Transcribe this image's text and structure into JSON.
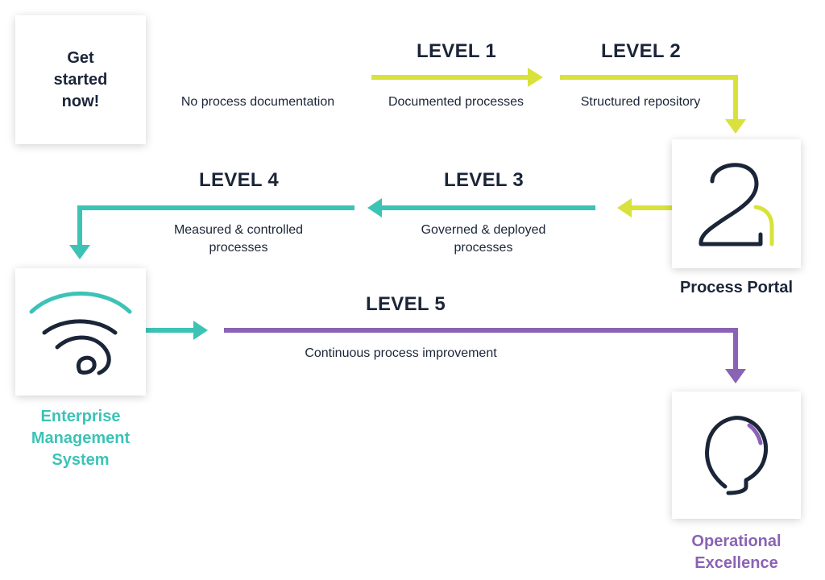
{
  "start": {
    "label_lines": [
      "Get",
      "started",
      "now!"
    ]
  },
  "levels": [
    {
      "title": "LEVEL 1",
      "description": "Documented processes"
    },
    {
      "title": "LEVEL 2",
      "description": "Structured repository"
    },
    {
      "title": "LEVEL 3",
      "description_lines": [
        "Governed & deployed",
        "processes"
      ]
    },
    {
      "title": "LEVEL 4",
      "description_lines": [
        "Measured & controlled",
        "processes"
      ]
    },
    {
      "title": "LEVEL 5",
      "description": "Continuous process improvement"
    }
  ],
  "baseline": {
    "description": "No process documentation"
  },
  "nodes": {
    "process_portal": {
      "label": "Process Portal",
      "icon": "person-icon"
    },
    "enterprise_management_system": {
      "label_lines": [
        "Enterprise",
        "Management",
        "System"
      ],
      "icon": "signal-icon"
    },
    "operational_excellence": {
      "label_lines": [
        "Operational",
        "Excellence"
      ],
      "icon": "lightbulb-icon"
    }
  },
  "colors": {
    "navy": "#1b2538",
    "lime": "#d8e23a",
    "teal": "#3cc3b6",
    "purple": "#8a63b4"
  }
}
